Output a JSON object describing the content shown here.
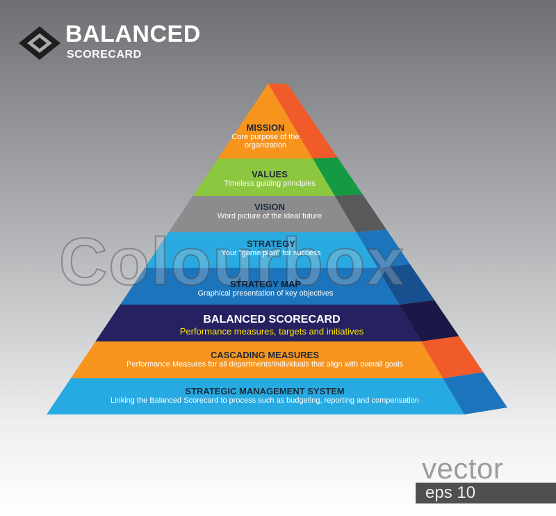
{
  "brand": {
    "title": "BALANCED",
    "subtitle": "SCORECARD",
    "logo_icon": "diamond-logo-icon"
  },
  "levels": [
    {
      "title": "MISSION",
      "desc": "Core purpose of the organization",
      "color": "#f7941d",
      "side_color": "#f15a29"
    },
    {
      "title": "VALUES",
      "desc": "Timeless guiding principles",
      "color": "#8dc63f",
      "side_color": "#139a43"
    },
    {
      "title": "VISION",
      "desc": "Word picture of the ideal future",
      "color": "#8c8c8e",
      "side_color": "#58595b"
    },
    {
      "title": "STRATEGY",
      "desc": "Your \"game plan\" for success",
      "color": "#29abe2",
      "side_color": "#1c75bc"
    },
    {
      "title": "STRATEGY MAP",
      "desc": "Graphical presentation of key objectives",
      "color": "#1c75bc",
      "side_color": "#16508f"
    },
    {
      "title": "BALANCED SCORECARD",
      "desc": "Performance measures, targets and initiatives",
      "color": "#262262",
      "side_color": "#1a1846"
    },
    {
      "title": "CASCADING MEASURES",
      "desc": "Performance Measures for all departments/individuals that align with overall goals",
      "color": "#f7941d",
      "side_color": "#f15a29"
    },
    {
      "title": "STRATEGIC MANAGEMENT SYSTEM",
      "desc": "Linking the Balanced Scorecard to process such as budgeting, reporting and compensation",
      "color": "#27aae1",
      "side_color": "#1c75bc"
    }
  ],
  "watermark": "Colourbox",
  "badge": {
    "vector": "vector",
    "eps": "eps 10"
  }
}
